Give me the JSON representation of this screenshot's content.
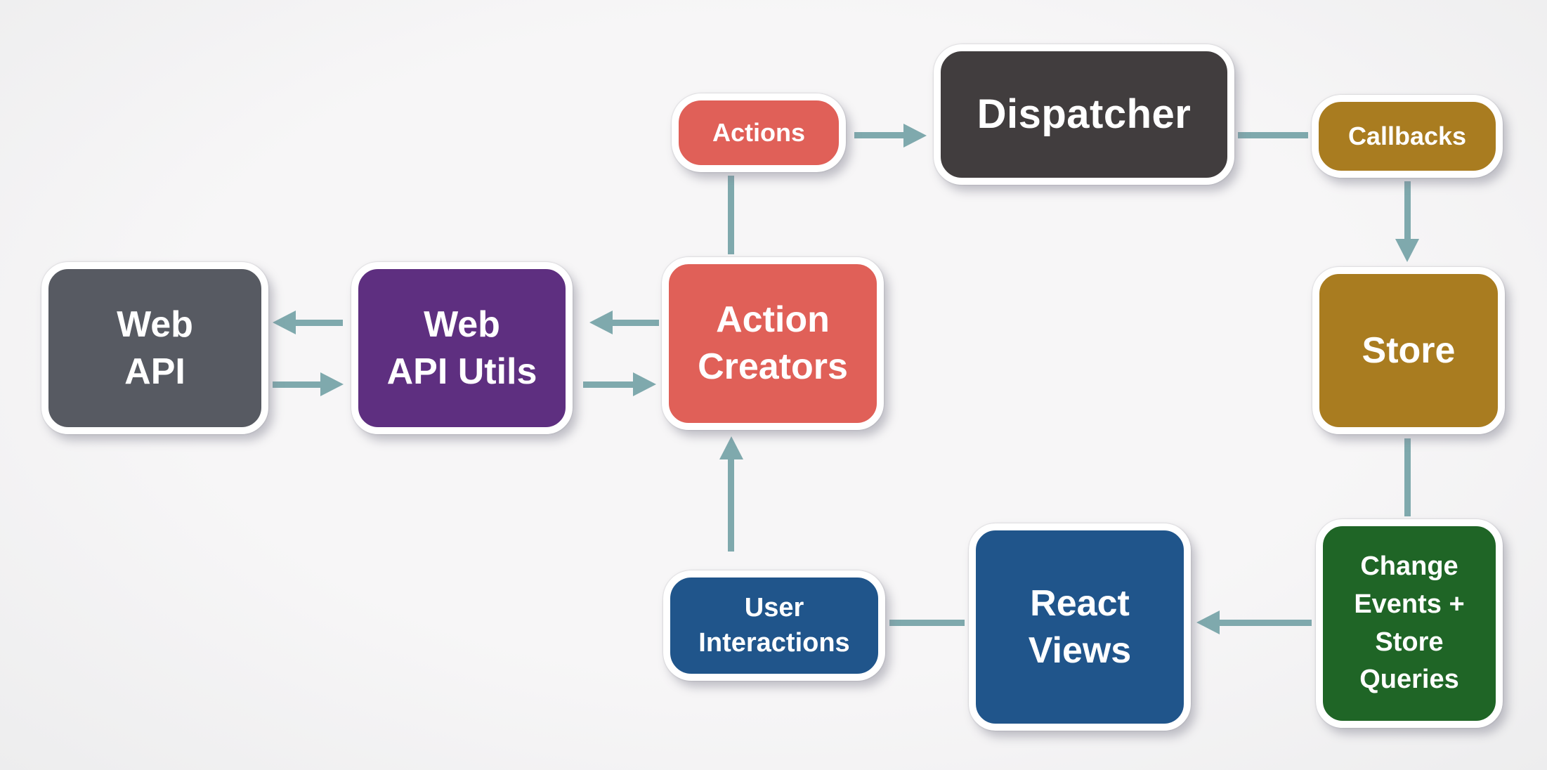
{
  "canvas": {
    "background": "#f4f4f5",
    "arrow_color": "#7fa9ad",
    "node_border_color": "#ffffff",
    "text_color": "#ffffff"
  },
  "nodes": {
    "actions": {
      "label": "Actions",
      "lines": [
        "Actions"
      ],
      "color": "#e06058"
    },
    "dispatcher": {
      "label": "Dispatcher",
      "lines": [
        "Dispatcher"
      ],
      "color": "#413d3e"
    },
    "callbacks": {
      "label": "Callbacks",
      "lines": [
        "Callbacks"
      ],
      "color": "#a97c20"
    },
    "web_api": {
      "label": "Web API",
      "lines": [
        "Web",
        "API"
      ],
      "color": "#575a62"
    },
    "web_api_utils": {
      "label": "Web API Utils",
      "lines": [
        "Web",
        "API Utils"
      ],
      "color": "#5e2f80"
    },
    "action_creators": {
      "label": "Action Creators",
      "lines": [
        "Action",
        "Creators"
      ],
      "color": "#e06058"
    },
    "store": {
      "label": "Store",
      "lines": [
        "Store"
      ],
      "color": "#a97c20"
    },
    "change_events": {
      "label": "Change Events + Store Queries",
      "lines": [
        "Change",
        "Events +",
        "Store",
        "Queries"
      ],
      "color": "#1f6526"
    },
    "react_views": {
      "label": "React Views",
      "lines": [
        "React",
        "Views"
      ],
      "color": "#20558b"
    },
    "user_interactions": {
      "label": "User Interactions",
      "lines": [
        "User",
        "Interactions"
      ],
      "color": "#20558b"
    }
  },
  "edges": [
    {
      "from": "actions",
      "to": "dispatcher",
      "arrowhead": true,
      "direction": "right"
    },
    {
      "from": "action_creators",
      "to": "actions",
      "arrowhead": false,
      "direction": "up"
    },
    {
      "from": "dispatcher",
      "to": "callbacks",
      "arrowhead": false,
      "direction": "right"
    },
    {
      "from": "callbacks",
      "to": "store",
      "arrowhead": true,
      "direction": "down"
    },
    {
      "from": "store",
      "to": "change_events",
      "arrowhead": false,
      "direction": "down"
    },
    {
      "from": "change_events",
      "to": "react_views",
      "arrowhead": true,
      "direction": "left"
    },
    {
      "from": "react_views",
      "to": "user_interactions",
      "arrowhead": false,
      "direction": "left"
    },
    {
      "from": "user_interactions",
      "to": "action_creators",
      "arrowhead": true,
      "direction": "up"
    },
    {
      "from": "web_api_utils",
      "to": "web_api",
      "arrowhead": true,
      "direction": "left"
    },
    {
      "from": "web_api",
      "to": "web_api_utils",
      "arrowhead": true,
      "direction": "right"
    },
    {
      "from": "action_creators",
      "to": "web_api_utils",
      "arrowhead": true,
      "direction": "left"
    },
    {
      "from": "web_api_utils",
      "to": "action_creators",
      "arrowhead": true,
      "direction": "right"
    }
  ]
}
